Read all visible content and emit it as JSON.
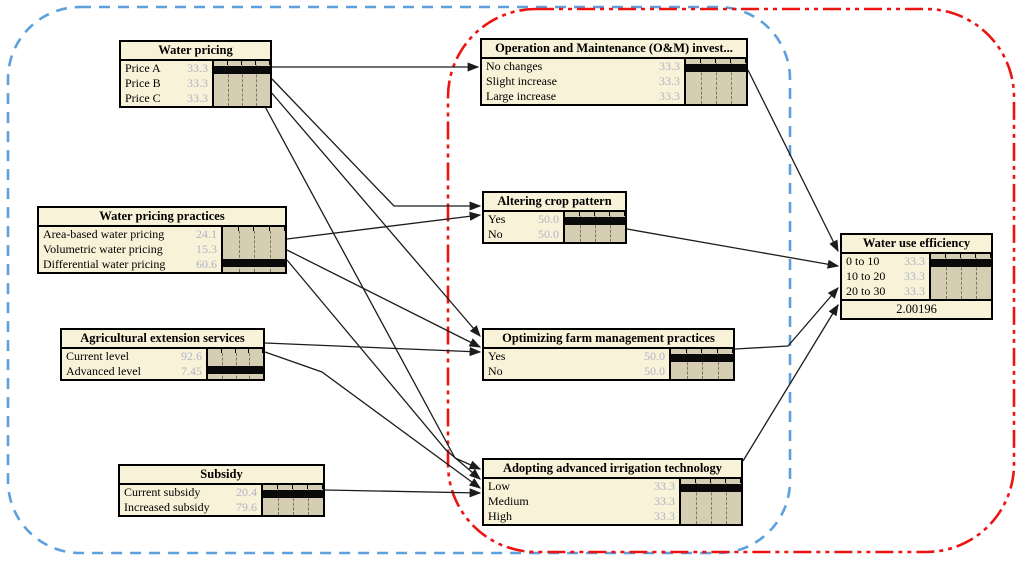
{
  "diagram": {
    "background": "#ffffff",
    "boundaries": {
      "instrument_group": {
        "name": "blue-dashed-boundary",
        "color": "#5da0dd",
        "style": "dashed"
      },
      "outcome_group": {
        "name": "red-dash-dot-boundary",
        "color": "#ee1311",
        "style": "dash-dot"
      }
    },
    "edge_color": "#1c1c1c",
    "node_fill": "#f8f2d8",
    "bar_fill": "#d5ceb3",
    "value_color": "#b0b4c6",
    "nodes": [
      {
        "id": "water-pricing",
        "title": "Water pricing",
        "band_row": 1,
        "states": [
          {
            "label": "Price A",
            "value": "33.3"
          },
          {
            "label": "Price B",
            "value": "33.3"
          },
          {
            "label": "Price C",
            "value": "33.3"
          }
        ]
      },
      {
        "id": "om-investment",
        "title": "Operation and Maintenance (O&M) invest...",
        "band_row": 1,
        "states": [
          {
            "label": "No changes",
            "value": "33.3"
          },
          {
            "label": "Slight increase",
            "value": "33.3"
          },
          {
            "label": "Large increase",
            "value": "33.3"
          }
        ]
      },
      {
        "id": "water-pricing-practices",
        "title": "Water pricing practices",
        "band_row": 3,
        "states": [
          {
            "label": "Area-based water pricing",
            "value": "24.1"
          },
          {
            "label": "Volumetric water pricing",
            "value": "15.3"
          },
          {
            "label": "Differential water pricing",
            "value": "60.6"
          }
        ]
      },
      {
        "id": "altering-crop-pattern",
        "title": "Altering crop pattern",
        "band_row": 1,
        "states": [
          {
            "label": "Yes",
            "value": "50.0"
          },
          {
            "label": "No",
            "value": "50.0"
          }
        ]
      },
      {
        "id": "agricultural-extension-services",
        "title": "Agricultural extension services",
        "band_row": 2,
        "states": [
          {
            "label": "Current level",
            "value": "92.6"
          },
          {
            "label": "Advanced level",
            "value": "7.45"
          }
        ]
      },
      {
        "id": "optimizing-farm-management",
        "title": "Optimizing farm management practices",
        "band_row": 1,
        "states": [
          {
            "label": "Yes",
            "value": "50.0"
          },
          {
            "label": "No",
            "value": "50.0"
          }
        ]
      },
      {
        "id": "subsidy",
        "title": "Subsidy",
        "band_row": 1,
        "states": [
          {
            "label": "Current subsidy",
            "value": "20.4"
          },
          {
            "label": "Increased subsidy",
            "value": "79.6"
          }
        ]
      },
      {
        "id": "adopting-irrigation-technology",
        "title": "Adopting advanced irrigation technology",
        "band_row": 1,
        "states": [
          {
            "label": "Low",
            "value": "33.3"
          },
          {
            "label": "Medium",
            "value": "33.3"
          },
          {
            "label": "High",
            "value": "33.3"
          }
        ]
      },
      {
        "id": "water-use-efficiency",
        "title": "Water use efficiency",
        "band_row": 1,
        "footer": "2.00196",
        "states": [
          {
            "label": "0 to 10",
            "value": "33.3"
          },
          {
            "label": "10 to 20",
            "value": "33.3"
          },
          {
            "label": "20 to 30",
            "value": "33.3"
          }
        ]
      }
    ],
    "edges": [
      {
        "from": "water-pricing",
        "to": "om-investment"
      },
      {
        "from": "water-pricing",
        "to": "altering-crop-pattern"
      },
      {
        "from": "water-pricing",
        "to": "optimizing-farm-management"
      },
      {
        "from": "water-pricing",
        "to": "adopting-irrigation-technology"
      },
      {
        "from": "water-pricing-practices",
        "to": "altering-crop-pattern"
      },
      {
        "from": "water-pricing-practices",
        "to": "optimizing-farm-management"
      },
      {
        "from": "water-pricing-practices",
        "to": "adopting-irrigation-technology"
      },
      {
        "from": "agricultural-extension-services",
        "to": "optimizing-farm-management"
      },
      {
        "from": "agricultural-extension-services",
        "to": "adopting-irrigation-technology"
      },
      {
        "from": "subsidy",
        "to": "adopting-irrigation-technology"
      },
      {
        "from": "om-investment",
        "to": "water-use-efficiency"
      },
      {
        "from": "altering-crop-pattern",
        "to": "water-use-efficiency"
      },
      {
        "from": "optimizing-farm-management",
        "to": "water-use-efficiency"
      },
      {
        "from": "adopting-irrigation-technology",
        "to": "water-use-efficiency"
      }
    ]
  }
}
